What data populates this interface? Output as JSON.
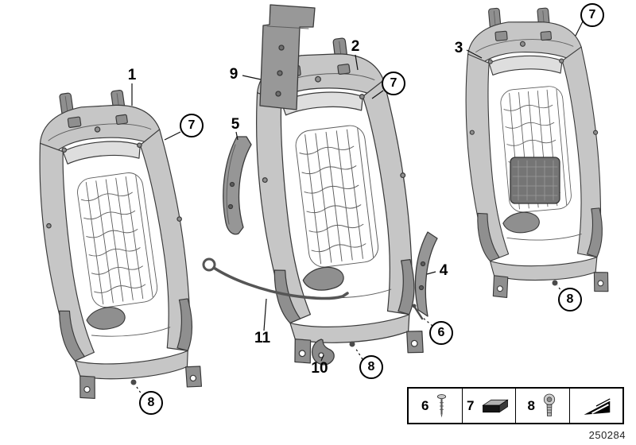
{
  "figure": {
    "part_number": "250284",
    "ink_color": "#3a3a3a",
    "callouts": {
      "c1": "1",
      "c2": "2",
      "c3": "3",
      "c4": "4",
      "c5": "5",
      "c6": "6",
      "c7": "7",
      "c8": "8",
      "c9": "9",
      "c10": "10",
      "c11": "11"
    },
    "legend": {
      "items": [
        {
          "label": "6",
          "icon": "screw-pin-icon"
        },
        {
          "label": "7",
          "icon": "foam-pad-icon"
        },
        {
          "label": "8",
          "icon": "torx-bolt-icon"
        }
      ],
      "corner_icon": "page-corner-icon"
    }
  }
}
